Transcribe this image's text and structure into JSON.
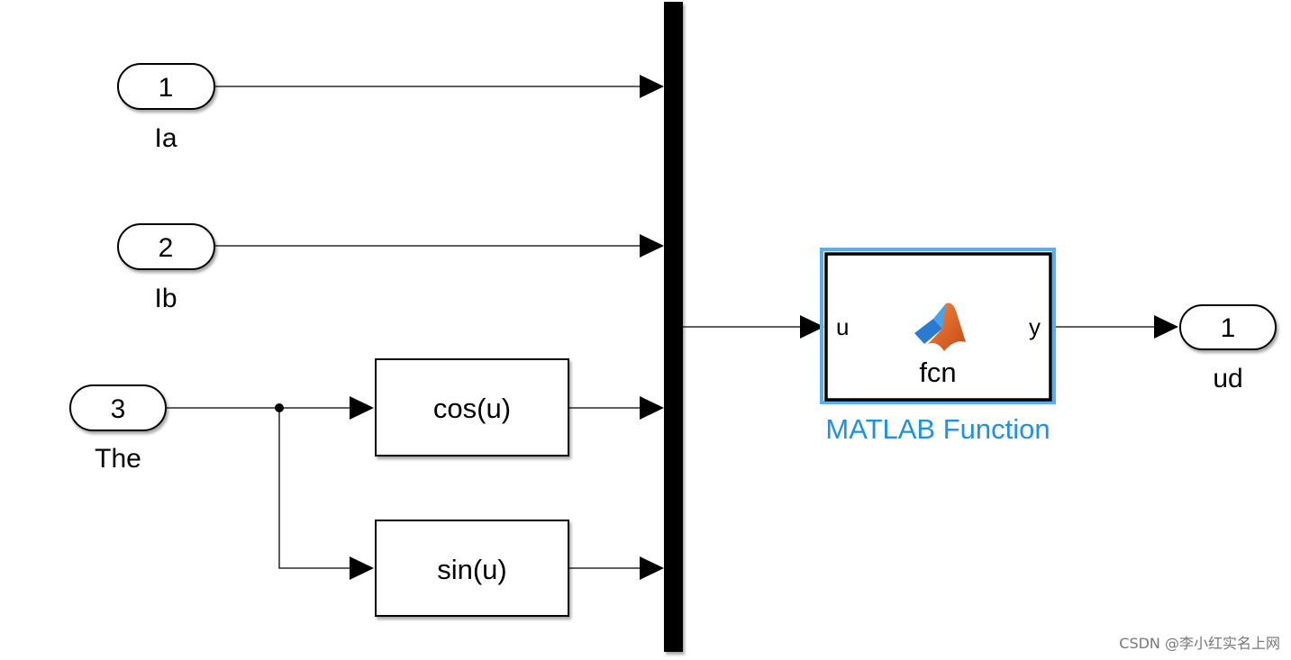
{
  "inports": [
    {
      "number": "1",
      "label": "Ia"
    },
    {
      "number": "2",
      "label": "Ib"
    },
    {
      "number": "3",
      "label": "The"
    }
  ],
  "blocks": {
    "cos": {
      "label": "cos(u)"
    },
    "sin": {
      "label": "sin(u)"
    },
    "matlab_function": {
      "input_port": "u",
      "output_port": "y",
      "function_name": "fcn",
      "block_name": "MATLAB Function",
      "icon": "matlab-logo-icon"
    }
  },
  "outport": {
    "number": "1",
    "label": "ud"
  },
  "watermark": "CSDN @李小红实名上网",
  "colors": {
    "selection": "#5aaef0",
    "block_name": "#1e90e6",
    "line": "#000000"
  }
}
